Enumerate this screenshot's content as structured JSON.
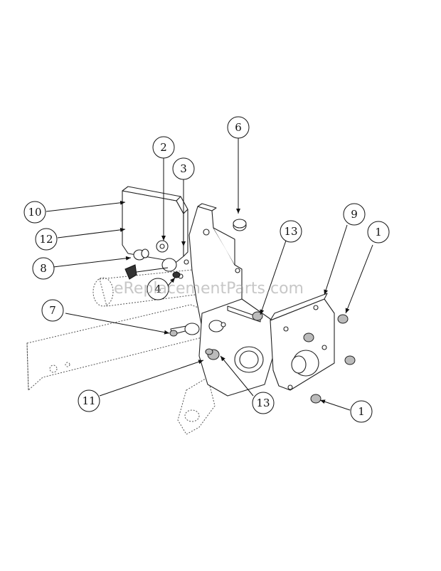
{
  "watermark": "eReplacementParts.com",
  "callouts": [
    {
      "id": "c1a",
      "label": "1"
    },
    {
      "id": "c1b",
      "label": "1"
    },
    {
      "id": "c2",
      "label": "2"
    },
    {
      "id": "c3",
      "label": "3"
    },
    {
      "id": "c4",
      "label": "4"
    },
    {
      "id": "c6",
      "label": "6"
    },
    {
      "id": "c7",
      "label": "7"
    },
    {
      "id": "c8",
      "label": "8"
    },
    {
      "id": "c9",
      "label": "9"
    },
    {
      "id": "c10",
      "label": "10"
    },
    {
      "id": "c11",
      "label": "11"
    },
    {
      "id": "c12",
      "label": "12"
    },
    {
      "id": "c13a",
      "label": "13"
    },
    {
      "id": "c13b",
      "label": "13"
    }
  ]
}
